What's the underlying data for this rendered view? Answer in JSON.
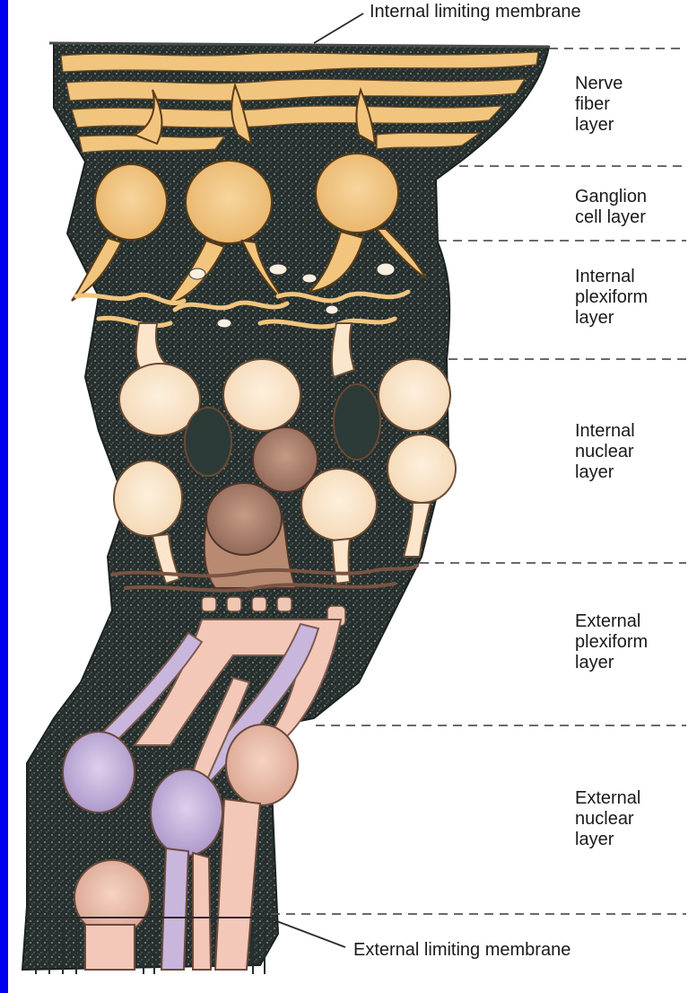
{
  "annotations": {
    "top": "Internal limiting membrane",
    "bottom": "External limiting membrane"
  },
  "layers": [
    {
      "name": "Nerve\nfiber\nlayer",
      "color": "#f2c57f"
    },
    {
      "name": "Ganglion\ncell layer",
      "color": "#f2c57f"
    },
    {
      "name": "Internal\nplexiform\nlayer",
      "color": "#f2c57f"
    },
    {
      "name": "Internal\nnuclear\nlayer",
      "color": "#fbe6cc"
    },
    {
      "name": "External\nplexiform\nlayer",
      "color": "#c79a86"
    },
    {
      "name": "External\nnuclear\nlayer",
      "color": "#f4c8b8"
    }
  ],
  "colors": {
    "edge": "#0000f0",
    "glia": "#27302e",
    "ganglion": "#f2c57f",
    "bipolar": "#fbe6cc",
    "horizontal": "#b88a72",
    "amacrine": "#2c3a38",
    "rod": "#c9b6dc",
    "cone": "#f4c8b8"
  }
}
